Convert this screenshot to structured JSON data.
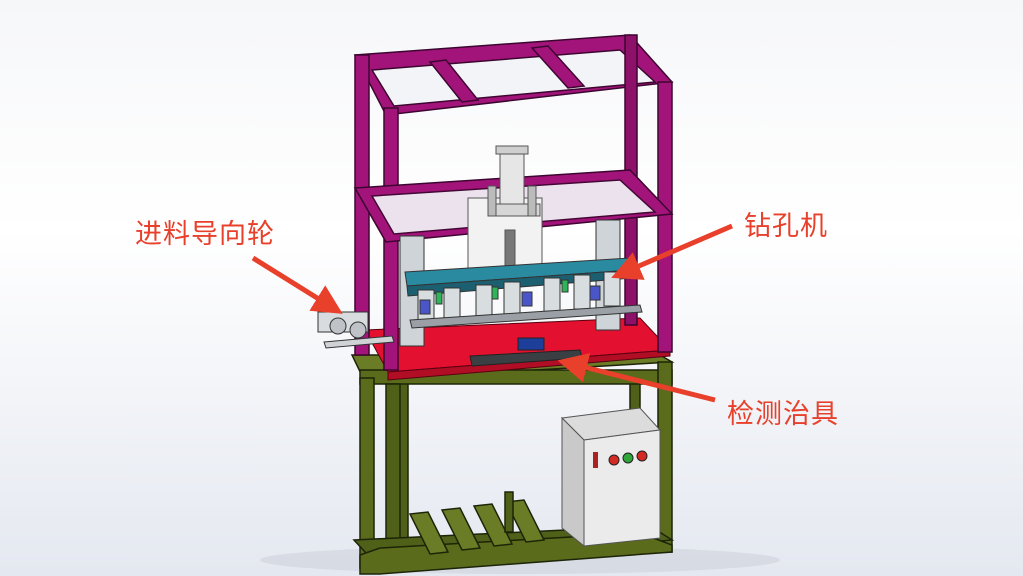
{
  "callouts": {
    "feed_guide_wheel": "进料导向轮",
    "drilling_machine": "钻孔机",
    "inspection_fixture": "检测治具"
  },
  "colors": {
    "upper_frame": "#a3147a",
    "lower_frame": "#4f6018",
    "work_table": "#e3112f",
    "callout_text": "#e8402b",
    "arrow": "#e8402b",
    "control_box": "#ebebeb",
    "button_red": "#d32a22",
    "button_green": "#2fa53a"
  },
  "icons": [
    "arrow-feed-icon",
    "arrow-drill-icon",
    "arrow-fixture-icon"
  ]
}
